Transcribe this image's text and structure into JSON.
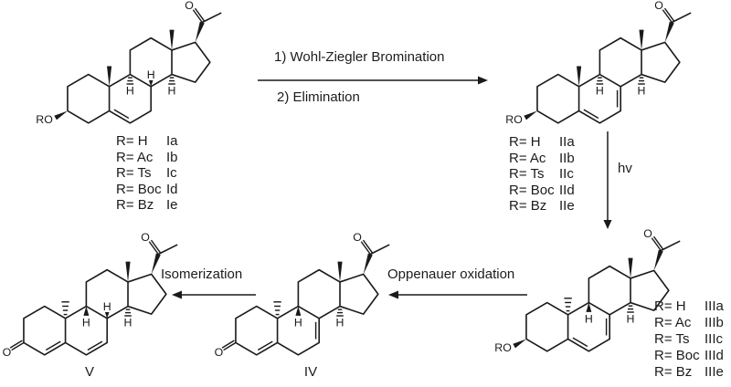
{
  "reaction": {
    "step_arrow": {
      "line1": "1) Wohl-Ziegler Bromination",
      "line2": "2) Elimination"
    },
    "photolysis_label": "hv",
    "oppenauer_label": "Oppenauer oxidation",
    "isomerization_label": "Isomerization"
  },
  "atoms": {
    "oxygen": "O",
    "ro_group": "RO",
    "hydrogen": "H"
  },
  "compound_lists": {
    "series_I": {
      "rows": [
        {
          "r": "R= H",
          "code": "Ia"
        },
        {
          "r": "R= Ac",
          "code": "Ib"
        },
        {
          "r": "R= Ts",
          "code": "Ic"
        },
        {
          "r": "R= Boc",
          "code": "Id"
        },
        {
          "r": "R= Bz",
          "code": "Ie"
        }
      ]
    },
    "series_II": {
      "rows": [
        {
          "r": "R= H",
          "code": "IIa"
        },
        {
          "r": "R= Ac",
          "code": "IIb"
        },
        {
          "r": "R= Ts",
          "code": "IIc"
        },
        {
          "r": "R= Boc",
          "code": "IId"
        },
        {
          "r": "R= Bz",
          "code": "IIe"
        }
      ]
    },
    "series_III": {
      "rows": [
        {
          "r": "R= H",
          "code": "IIIa"
        },
        {
          "r": "R= Ac",
          "code": "IIIb"
        },
        {
          "r": "R= Ts",
          "code": "IIIc"
        },
        {
          "r": "R= Boc",
          "code": "IIId"
        },
        {
          "r": "R= Bz",
          "code": "IIIe"
        }
      ]
    }
  },
  "structure_labels": {
    "compound_iv": "IV",
    "compound_v": "V"
  },
  "colors": {
    "ink": "#1a1a1a",
    "background": "#ffffff"
  }
}
